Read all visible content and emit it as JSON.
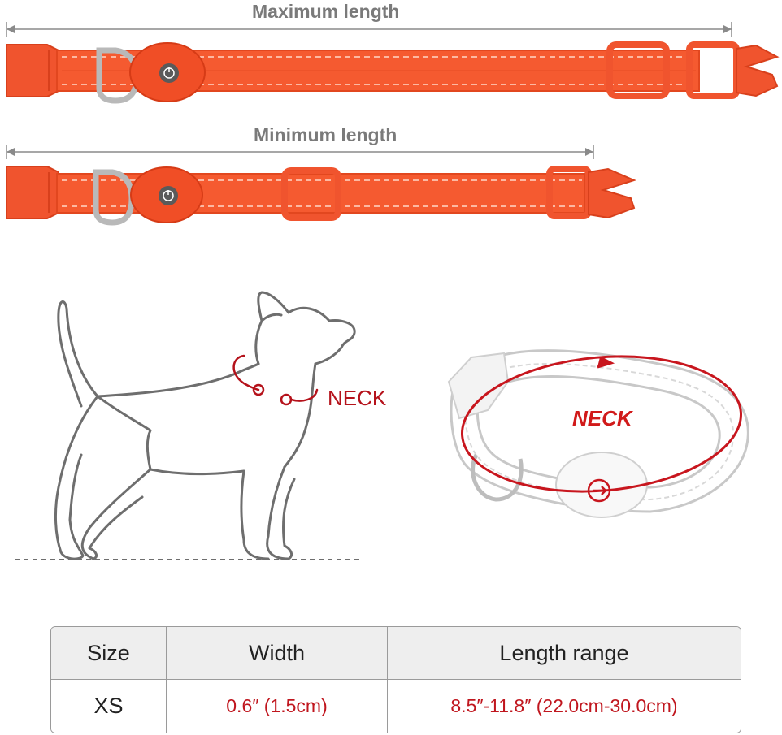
{
  "dimensions": {
    "max_label": "Maximum length",
    "min_label": "Minimum length"
  },
  "dog": {
    "neck_label": "NECK"
  },
  "collar_diagram": {
    "neck_label": "NECK"
  },
  "size_table": {
    "headers": [
      "Size",
      "Width",
      "Length range"
    ],
    "rows": [
      {
        "size": "XS",
        "width": "0.6″ (1.5cm)",
        "length_range": "8.5″-11.8″ (22.0cm-30.0cm)"
      }
    ]
  },
  "colors": {
    "collar_orange": "#f4532a",
    "accent_red": "#c0161e",
    "line_gray": "#7a7a7a"
  }
}
